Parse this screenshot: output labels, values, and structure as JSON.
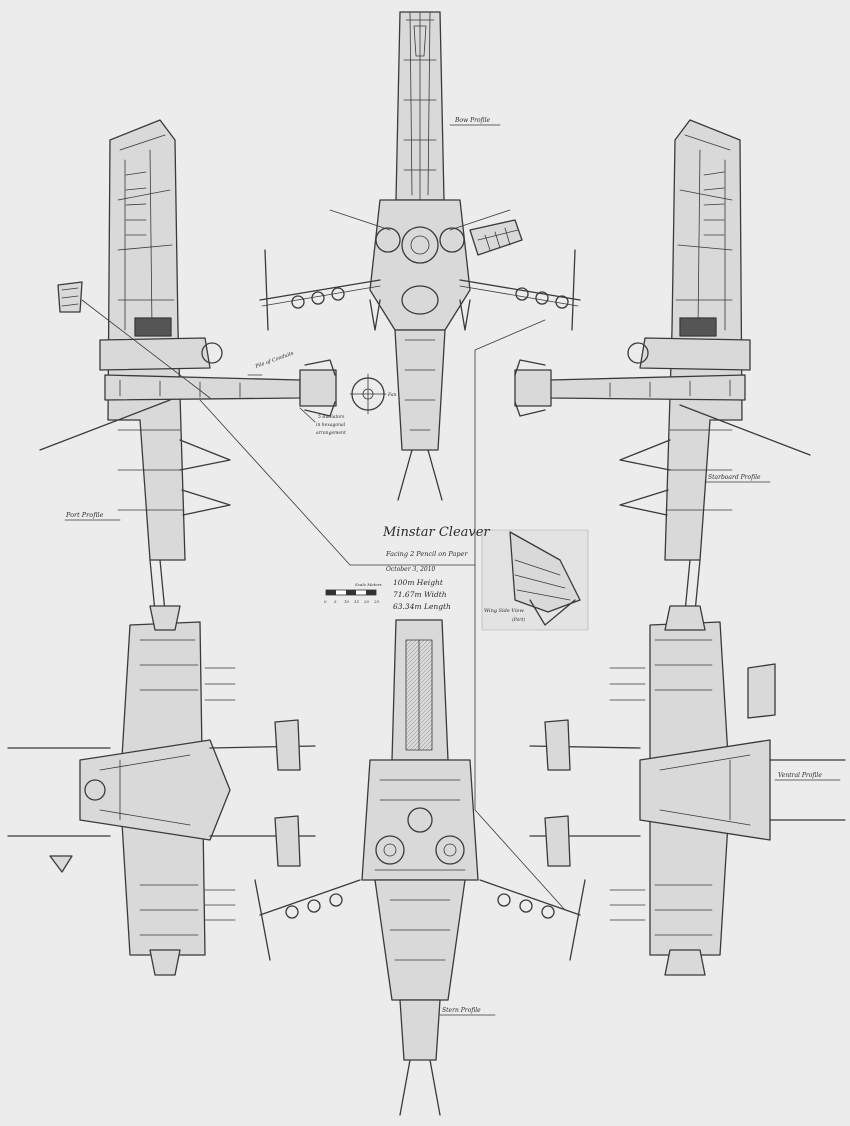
{
  "sheet": {
    "title": "Minstar Cleaver",
    "subtitle": "Facing 2 Pencil on Paper",
    "date": "October 3, 2010"
  },
  "views": {
    "bow": "Bow Profile",
    "port": "Port Profile",
    "starboard": "Starboard Profile",
    "ventral": "Ventral Profile",
    "stern": "Stern Profile",
    "wing_side": "Wing Side View",
    "wing_side_sub": "(Port)"
  },
  "notes": {
    "pile_of_conduits": "Pile of Conduits",
    "radiators_line1": "5 Radiators",
    "radiators_line2": "in hexagonal",
    "radiators_line3": "arrangement",
    "fan": "Fan"
  },
  "dimensions": {
    "height": "100m Height",
    "width": "71.67m Width",
    "length": "63.34m Length"
  },
  "scale_bar": {
    "label": "Scale Meters",
    "ticks": [
      "0",
      "5",
      "10",
      "15",
      "20",
      "25"
    ]
  }
}
